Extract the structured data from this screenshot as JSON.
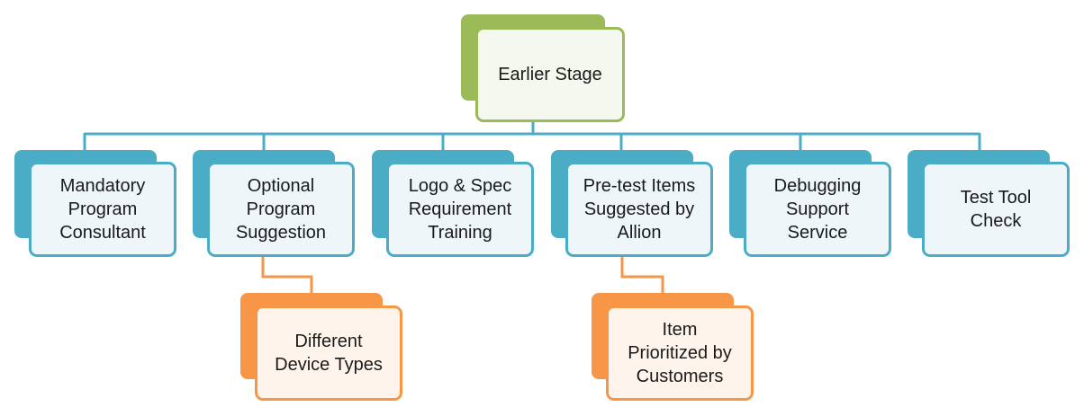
{
  "colors": {
    "root": "#9bbb59",
    "level1": "#4bacc6",
    "level2": "#f79646",
    "connector_blue": "#4bacc6",
    "connector_orange": "#f79646"
  },
  "root": {
    "label": "Earlier Stage"
  },
  "level1": [
    {
      "label": "Mandatory\nProgram\nConsultant"
    },
    {
      "label": "Optional\nProgram\nSuggestion"
    },
    {
      "label": "Logo & Spec\nRequirement\nTraining"
    },
    {
      "label": "Pre-test Items\nSuggested by\nAllion"
    },
    {
      "label": "Debugging\nSupport\nService"
    },
    {
      "label": "Test Tool\nCheck"
    }
  ],
  "level2": [
    {
      "parent": "Optional\nProgram\nSuggestion",
      "label": "Different\nDevice Types"
    },
    {
      "parent": "Pre-test Items\nSuggested by\nAllion",
      "label": "Item\nPrioritized by\nCustomers"
    }
  ]
}
